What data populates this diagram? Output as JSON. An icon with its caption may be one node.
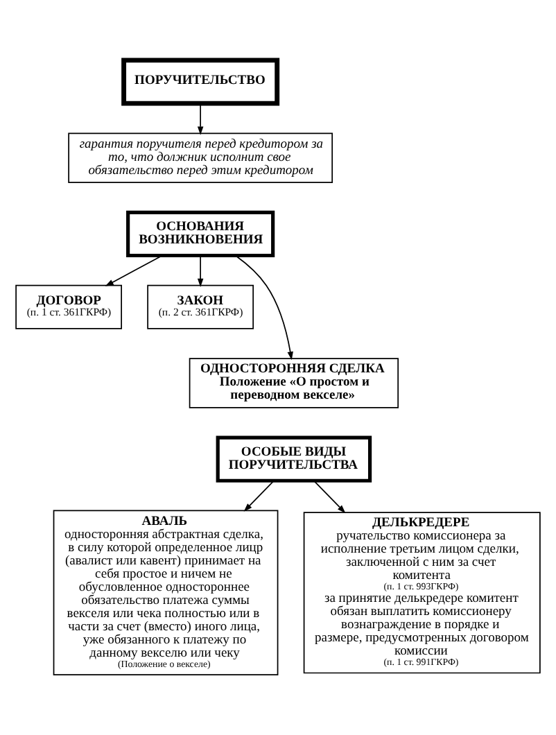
{
  "diagram": {
    "nodes": [
      {
        "text": [
          "ПОРУЧИТЕЛЬСТВО"
        ]
      },
      {
        "text": [
          "гарантия поручителя перед кредитором за то, что должник исполнит свое обязательство перед этим кредитором"
        ]
      },
      {
        "text": [
          "ОСНОВАНИЯ ВОЗНИКНОВЕНИЯ"
        ]
      },
      {
        "text": [
          "ДОГОВОР",
          "(п. 1 ст. 361ГКРФ)"
        ]
      },
      {
        "text": [
          "ЗАКОН",
          "(п. 2 ст. 361ГКРФ)"
        ]
      },
      {
        "text": [
          "ОДНОСТОРОННЯЯ СДЕЛКА",
          "Положение «О простом и переводном векселе»"
        ]
      },
      {
        "text": [
          "ОСОБЫЕ ВИДЫ ПОРУЧИТЕЛЬСТВА"
        ]
      },
      {
        "text": [
          "АВАЛЬ",
          "односторонняя абстрактная сделка, в силу которой определенное лицр (авалист или кавент) принимает на себя простое и ничем не обусловленное одностороннее обязательство платежа суммы векселя или чека полностью или в части за счет (вместо) иного лица, уже обязанного к платежу по данному векселю или чеку",
          "(Положение о векселе)"
        ]
      },
      {
        "text": [
          "ДЕЛЬКРЕДЕРЕ",
          "ручательство комиссионера за исполнение третьим лицом сделки, заключенной с ним за счет комитента",
          "(п. 1 ст. 993ГКРФ)",
          "за принятие делькредере комитент обязан выплатить комиссионеру вознаграждение в порядке и размере, предусмотренных договором комиссии",
          "(п. 1 ст. 991ГКРФ)"
        ]
      }
    ],
    "edges": [
      {
        "from": 0,
        "to": 1,
        "arrow": "to"
      },
      {
        "from": 2,
        "to": 3,
        "arrow": "to"
      },
      {
        "from": 2,
        "to": 4,
        "arrow": "to"
      },
      {
        "from": 2,
        "to": 5,
        "arrow": "to"
      },
      {
        "from": 6,
        "to": 7,
        "arrow": "to"
      },
      {
        "from": 6,
        "to": 8,
        "arrow": "to"
      }
    ]
  }
}
